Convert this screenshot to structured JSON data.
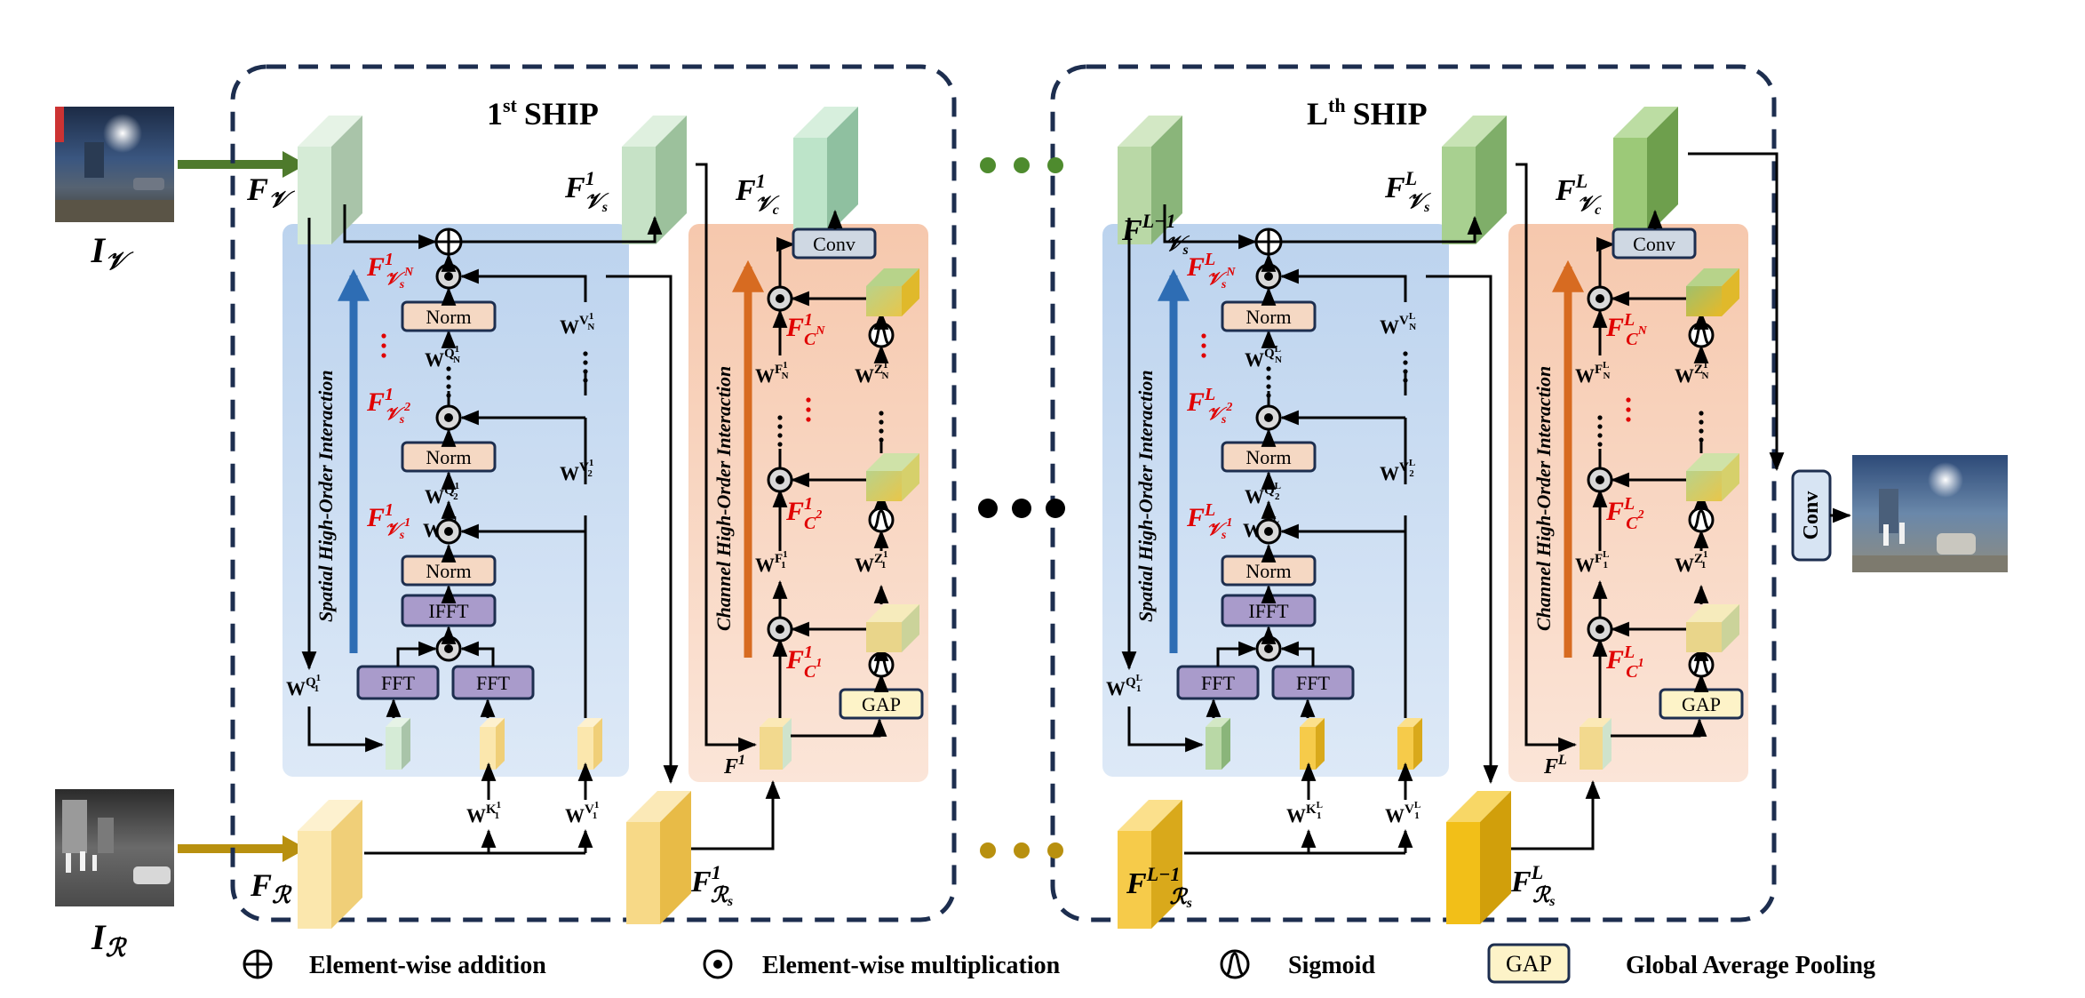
{
  "blocks": [
    {
      "title": "SHIP",
      "title_sup": "st",
      "title_pre": "1",
      "sup": "1",
      "spatial": {
        "label": "Spatial High-Order Interaction",
        "norm": "Norm",
        "ifft": "IFFT",
        "fft": "FFT",
        "fvs_N": "N",
        "fvs_2": "2",
        "fvs_1": "1",
        "wq1": "1",
        "wqN": "1",
        "wq2": "1",
        "wvN": "1",
        "wv2": "1",
        "wv1": "1",
        "wk1": "1",
        "wq_sub_N": "N",
        "wq_sub_2": "2",
        "wq_sub_1": "1"
      },
      "channel": {
        "label": "Channel High-Order Interaction",
        "conv": "Conv",
        "gap": "GAP",
        "fc_N": "N",
        "fc_2": "2",
        "fc_1": "1",
        "wfN": "1",
        "wf1": "1",
        "wzN": "1",
        "wz1": "1",
        "f_label": "F",
        "f_sup": "1"
      },
      "fvs_sup": "1",
      "fvc_sup": "1",
      "frs_sup": "1",
      "in_v_sup": "",
      "in_r_sup": ""
    },
    {
      "title": "SHIP",
      "title_sup": "th",
      "title_pre": "L",
      "sup": "L",
      "spatial": {
        "label": "Spatial High-Order Interaction",
        "norm": "Norm",
        "ifft": "IFFT",
        "fft": "FFT",
        "fvs_N": "N",
        "fvs_2": "2",
        "fvs_1": "1",
        "wq1": "L",
        "wqN": "L",
        "wq2": "L",
        "wvN": "L",
        "wv2": "L",
        "wv1": "L",
        "wk1": "L",
        "wq_sub_N": "N",
        "wq_sub_2": "2",
        "wq_sub_1": "1"
      },
      "channel": {
        "label": "Channel High-Order Interaction",
        "conv": "Conv",
        "gap": "GAP",
        "fc_N": "N",
        "fc_2": "2",
        "fc_1": "1",
        "wfN": "L",
        "wf1": "L",
        "wzN": "1",
        "wz1": "1",
        "f_label": "F",
        "f_sup": "L"
      },
      "fvs_sup": "L",
      "fvc_sup": "L",
      "frs_sup": "L",
      "in_v_sup": "L−1",
      "in_r_sup": "L−1"
    }
  ],
  "inputs": {
    "visible": "I",
    "visible_sub": "𝒱",
    "infrared": "I",
    "infrared_sub": "ℛ",
    "f_v": "F",
    "f_v_sub": "𝒱",
    "f_r": "F",
    "f_r_sub": "ℛ"
  },
  "output": {
    "conv": "Conv"
  },
  "legend": {
    "addition": "Element-wise addition",
    "multiplication": "Element-wise multiplication",
    "sigmoid": "Sigmoid",
    "gap_box": "GAP",
    "gap": "Global Average Pooling"
  },
  "colors": {
    "spatial_bg": "#c9dcf2",
    "channel_bg": "#f6cdb5",
    "norm": "#f5d8c3",
    "fft": "#a99bcb",
    "conv": "#cfd8e3",
    "gap": "#fdf3c8",
    "red_label": "#e00000",
    "dashed": "#1d2e4f",
    "visible_arrow": "#4e7a2c",
    "infrared_arrow": "#b8900f",
    "spatial_arrow": "#2e6db4",
    "channel_arrow": "#d76b21"
  }
}
